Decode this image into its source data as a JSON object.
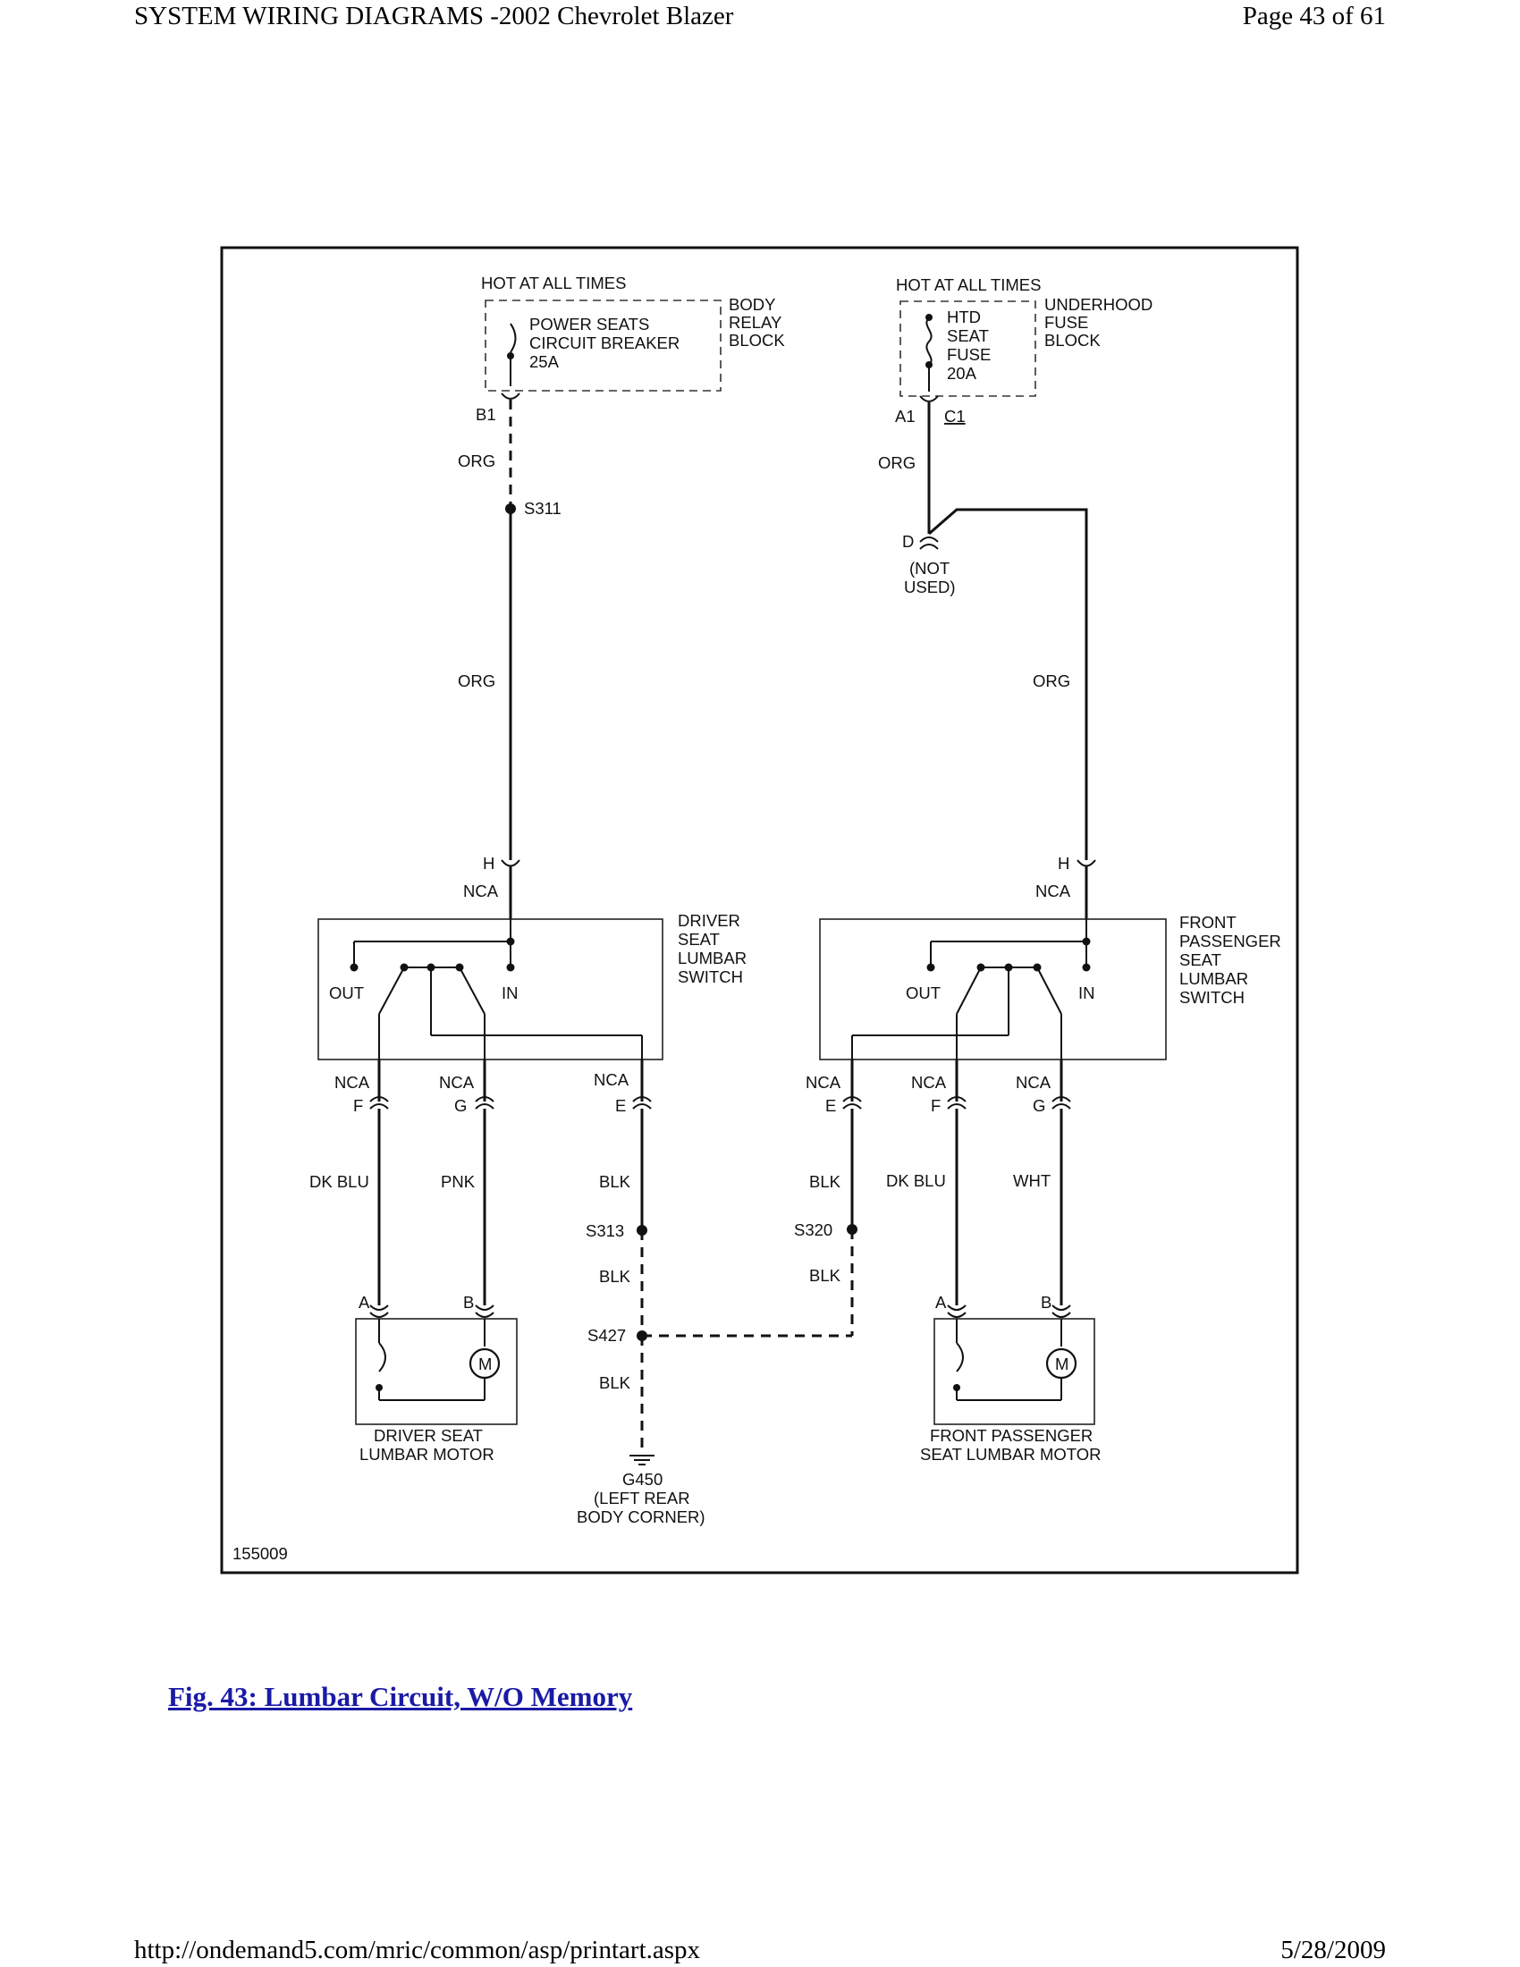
{
  "header": {
    "title": "SYSTEM WIRING DIAGRAMS -2002 Chevrolet Blazer",
    "page": "Page 43 of 61"
  },
  "footer": {
    "url": "http://ondemand5.com/mric/common/asp/printart.aspx",
    "date": "5/28/2009"
  },
  "figure": {
    "caption": "Fig. 43: Lumbar Circuit, W/O Memory",
    "id_number": "155009"
  },
  "diagram": {
    "left_supply": {
      "hot_label": "HOT AT ALL TIMES",
      "device_lines": [
        "POWER SEATS",
        "CIRCUIT BREAKER",
        "25A"
      ],
      "block_lines": [
        "BODY",
        "RELAY",
        "BLOCK"
      ],
      "pin": "B1",
      "wire_upper": "ORG",
      "splice": "S311",
      "wire_lower": "ORG"
    },
    "right_supply": {
      "hot_label": "HOT AT ALL TIMES",
      "device_lines": [
        "HTD",
        "SEAT",
        "FUSE",
        "20A"
      ],
      "block_lines": [
        "UNDERHOOD",
        "FUSE",
        "BLOCK"
      ],
      "pin_a": "A1",
      "pin_c": "C1",
      "wire_upper": "ORG",
      "pin_d": "D",
      "not_used": [
        "(NOT",
        "USED)"
      ],
      "wire_lower": "ORG"
    },
    "driver_switch": {
      "name_lines": [
        "DRIVER",
        "SEAT",
        "LUMBAR",
        "SWITCH"
      ],
      "top_pin": "H",
      "top_conn": "NCA",
      "out_label": "OUT",
      "in_label": "IN",
      "pins": [
        {
          "conn": "NCA",
          "pin": "F",
          "wire": "DK BLU"
        },
        {
          "conn": "NCA",
          "pin": "G",
          "wire": "PNK"
        },
        {
          "conn": "NCA",
          "pin": "E",
          "wire": "BLK"
        }
      ]
    },
    "passenger_switch": {
      "name_lines": [
        "FRONT",
        "PASSENGER",
        "SEAT",
        "LUMBAR",
        "SWITCH"
      ],
      "top_pin": "H",
      "top_conn": "NCA",
      "out_label": "OUT",
      "in_label": "IN",
      "pins": [
        {
          "conn": "NCA",
          "pin": "E",
          "wire": "BLK"
        },
        {
          "conn": "NCA",
          "pin": "F",
          "wire": "DK BLU"
        },
        {
          "conn": "NCA",
          "pin": "G",
          "wire": "WHT"
        }
      ]
    },
    "ground_path": {
      "splice_left": "S313",
      "wire_left": "BLK",
      "splice_right": "S320",
      "wire_right": "BLK",
      "splice_main": "S427",
      "wire_main": "BLK",
      "ground_lines": [
        "G450",
        "(LEFT REAR",
        "BODY CORNER)"
      ]
    },
    "driver_motor": {
      "pin_a": "A",
      "pin_b": "B",
      "motor_symbol": "M",
      "name_lines": [
        "DRIVER SEAT",
        "LUMBAR MOTOR"
      ]
    },
    "passenger_motor": {
      "pin_a": "A",
      "pin_b": "B",
      "motor_symbol": "M",
      "name_lines": [
        "FRONT PASSENGER",
        "SEAT LUMBAR MOTOR"
      ]
    }
  }
}
